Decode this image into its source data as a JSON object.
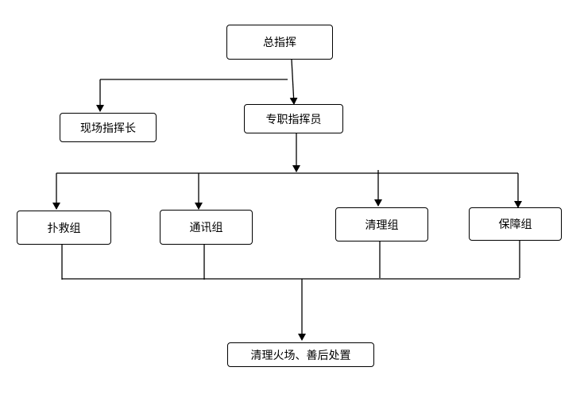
{
  "diagram": {
    "nodes": {
      "commander": "总指挥",
      "onsite_chief": "现场指挥长",
      "dedicated_commander": "专职指挥员",
      "rescue_team": "扑救组",
      "comm_team": "通讯组",
      "cleanup_team": "清理组",
      "support_team": "保障组",
      "final_step": "清理火场、善后处置"
    },
    "colors": {
      "line": "#000000",
      "box_border": "#000000",
      "background": "#ffffff"
    }
  }
}
